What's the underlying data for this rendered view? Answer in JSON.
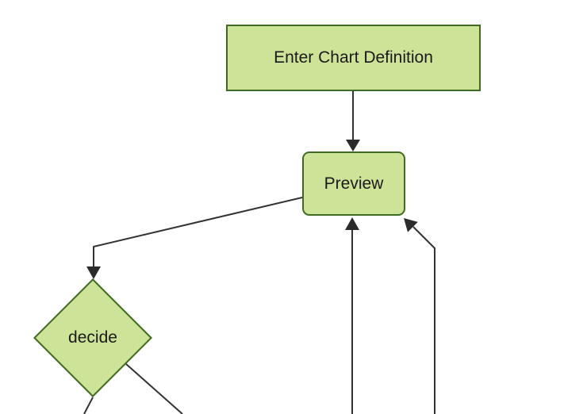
{
  "diagram": {
    "type": "flowchart-top-down",
    "colors": {
      "background": "#ffffff",
      "node_fill": "#cde498",
      "node_border": "#3f6b24",
      "edge_color": "#333333",
      "arrowhead_color": "#2b2b2b",
      "text_color": "#1a1a1a"
    },
    "nodes": [
      {
        "id": "enter-chart-definition",
        "label": "Enter Chart Definition",
        "shape": "rectangle"
      },
      {
        "id": "preview",
        "label": "Preview",
        "shape": "rounded-rectangle"
      },
      {
        "id": "decide",
        "label": "decide",
        "shape": "diamond"
      }
    ],
    "edges": [
      {
        "from": "enter-chart-definition",
        "to": "preview",
        "arrow": true
      },
      {
        "from": "preview",
        "to": "decide",
        "arrow": true
      },
      {
        "from": "decide",
        "to": "offscreen-bottom-left",
        "arrow": false
      },
      {
        "from": "decide",
        "to": "offscreen-bottom-right",
        "arrow": false
      },
      {
        "from": "offscreen-bottom",
        "to": "preview",
        "arrow": true
      },
      {
        "from": "offscreen-bottom-far-right",
        "to": "preview",
        "arrow": true
      }
    ]
  }
}
